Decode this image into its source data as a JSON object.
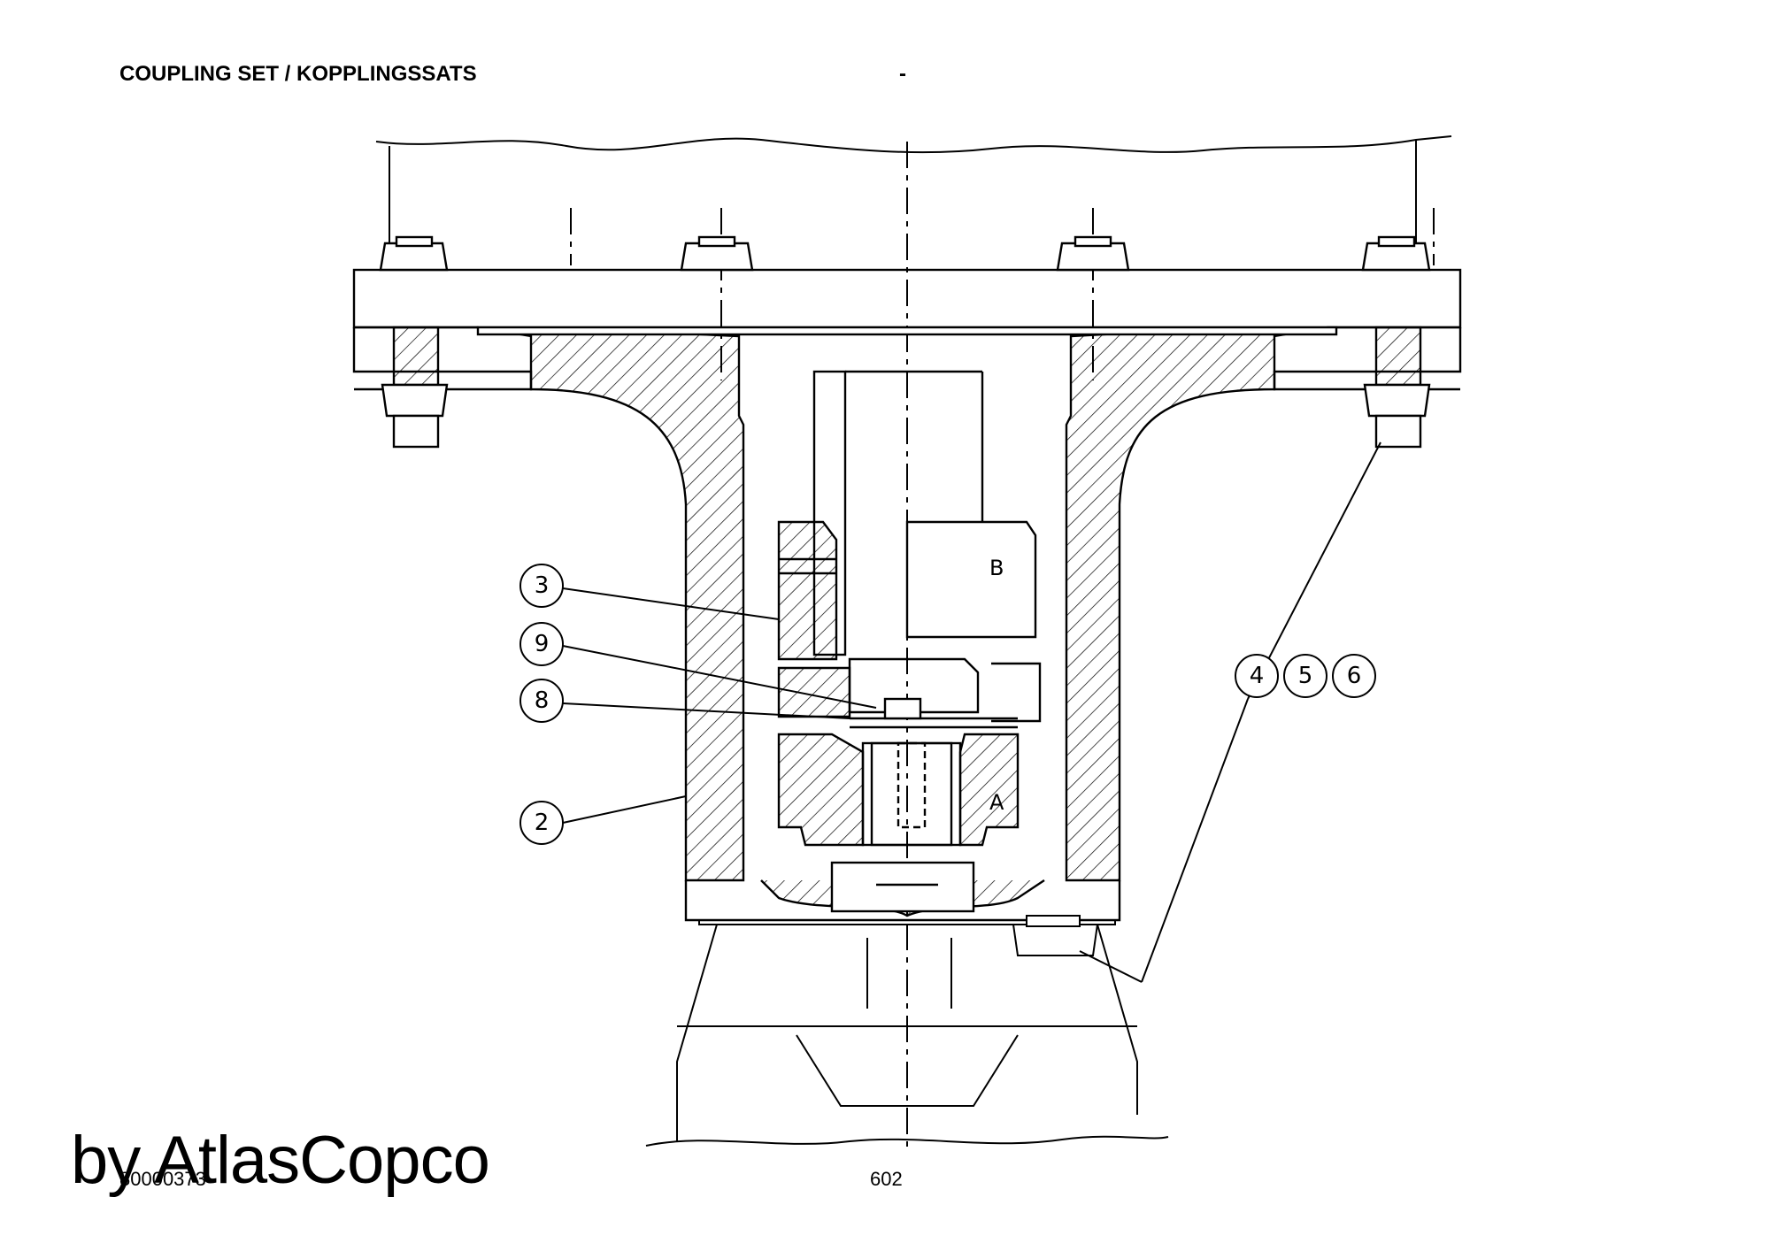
{
  "header": {
    "title": "COUPLING SET / KOPPLINGSSATS",
    "separator": "-"
  },
  "drawing": {
    "callouts": [
      {
        "label": "3"
      },
      {
        "label": "9"
      },
      {
        "label": "8"
      },
      {
        "label": "2"
      },
      {
        "label": "4"
      },
      {
        "label": "5"
      },
      {
        "label": "6"
      }
    ],
    "marks": {
      "a": "A",
      "b": "B"
    }
  },
  "footer": {
    "drawing_id": "80000373",
    "page_number": "602",
    "watermark": "by AtlasCopco"
  }
}
